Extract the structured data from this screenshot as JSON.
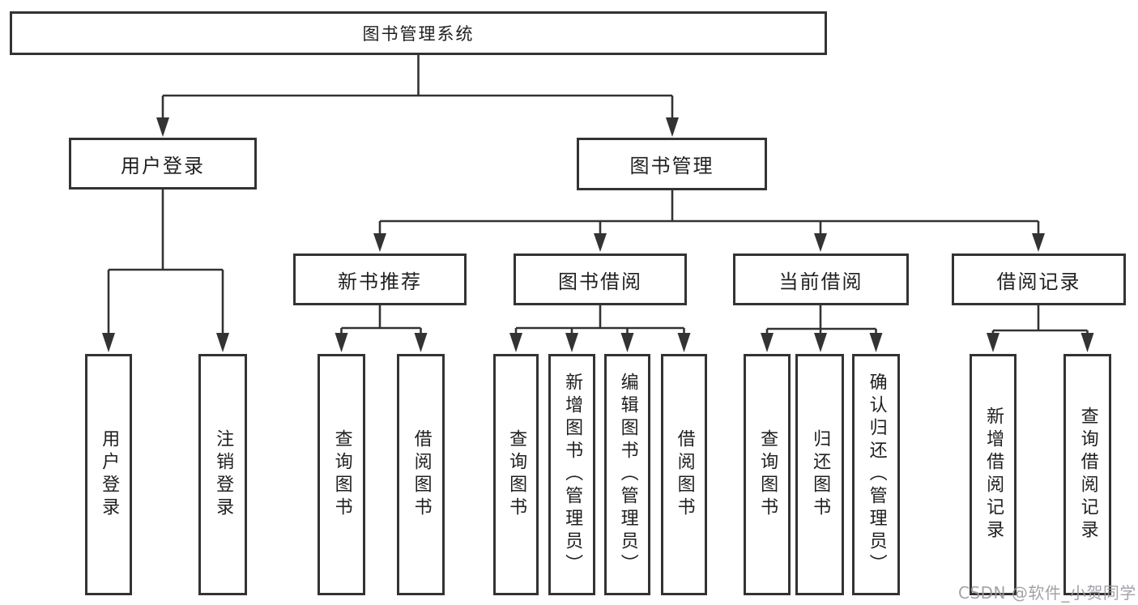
{
  "tree": {
    "root": {
      "label": "图书管理系统",
      "children": {
        "user_login": {
          "label": "用户登录",
          "children": {
            "login": {
              "label": "用户登录"
            },
            "logout": {
              "label": "注销登录"
            }
          }
        },
        "book_mgmt": {
          "label": "图书管理",
          "children": {
            "new_book_rec": {
              "label": "新书推荐",
              "children": {
                "query_book": {
                  "label": "查询图书"
                },
                "borrow_book": {
                  "label": "借阅图书"
                }
              }
            },
            "book_borrow": {
              "label": "图书借阅",
              "children": {
                "query_book": {
                  "label": "查询图书"
                },
                "add_book_admin": {
                  "label": "新增图书（管理员）"
                },
                "edit_book_admin": {
                  "label": "编辑图书（管理员）"
                },
                "borrow_book": {
                  "label": "借阅图书"
                }
              }
            },
            "current_borrow": {
              "label": "当前借阅",
              "children": {
                "query_book": {
                  "label": "查询图书"
                },
                "return_book": {
                  "label": "归还图书"
                },
                "confirm_return_admin": {
                  "label": "确认归还（管理员）"
                }
              }
            },
            "borrow_records": {
              "label": "借阅记录",
              "children": {
                "add_borrow_record": {
                  "label": "新增借阅记录"
                },
                "query_borrow_record": {
                  "label": "查询借阅记录"
                }
              }
            }
          }
        }
      }
    }
  },
  "watermark": {
    "text": "CSDN @软件_小贺同学"
  },
  "colors": {
    "line": "#333333",
    "text": "#1f1f1f",
    "background": "#ffffff",
    "watermark": "#9b9ba2"
  }
}
